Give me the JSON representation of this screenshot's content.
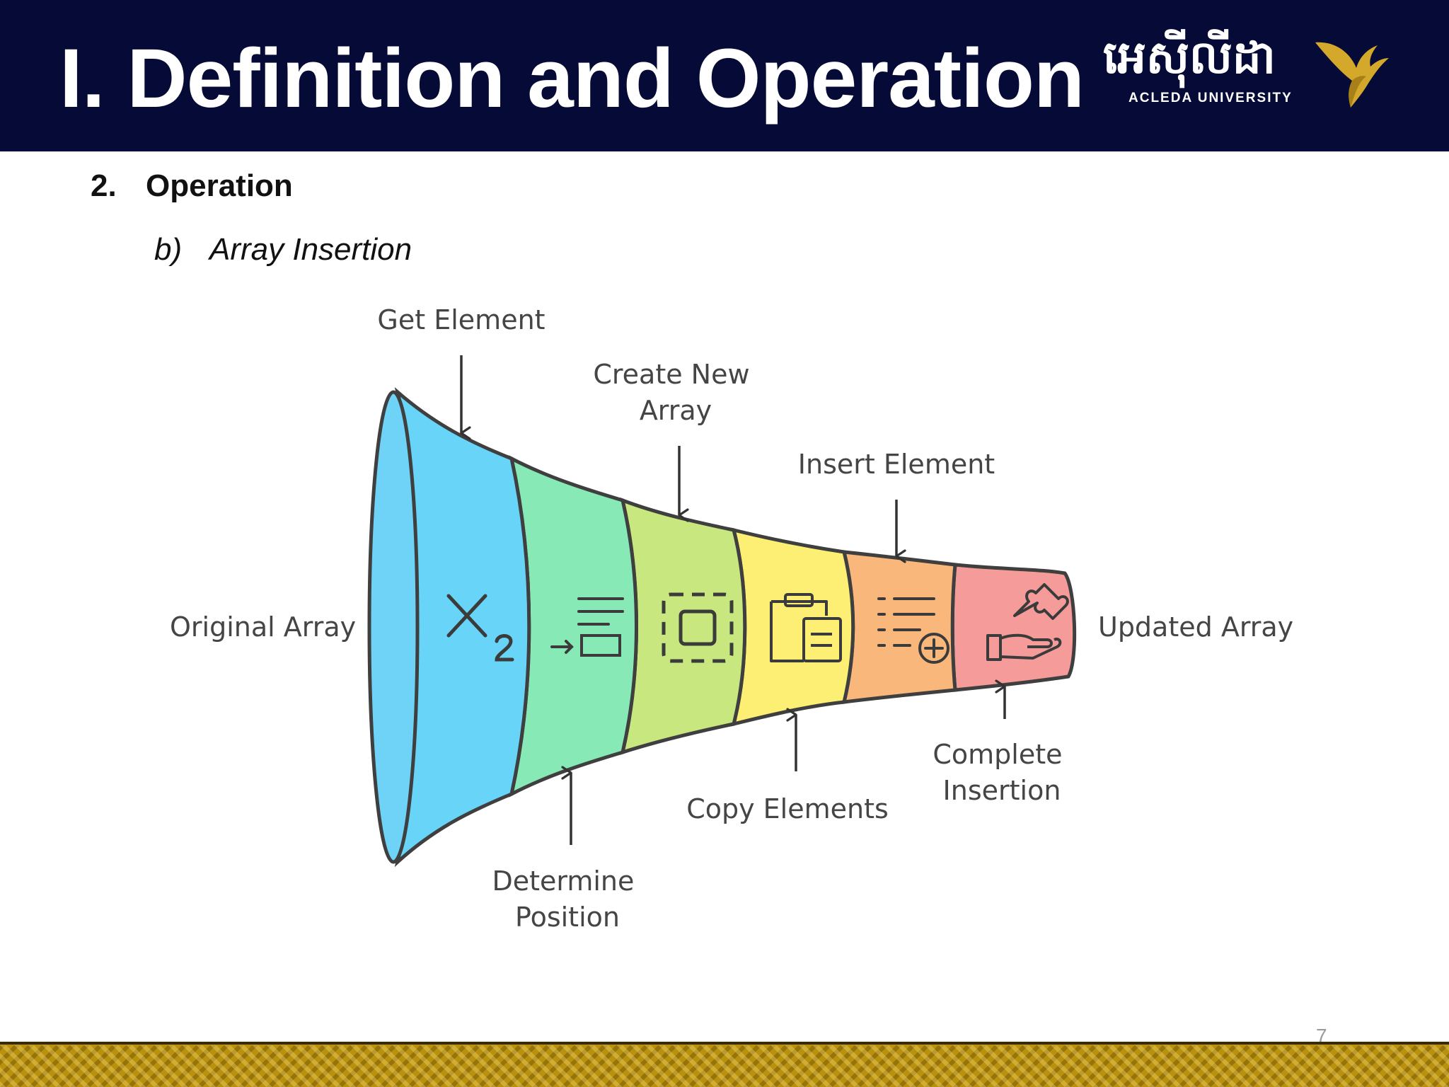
{
  "slide": {
    "title": "I. Definition and Operation",
    "page_number": "7"
  },
  "logo": {
    "khmer_text": "អេស៊ីលីដា",
    "english_text": "ACLEDA UNIVERSITY"
  },
  "section": {
    "number": "2.",
    "label": "Operation"
  },
  "subsection": {
    "letter": "b)",
    "label": "Array Insertion"
  },
  "diagram": {
    "input_label": "Original Array",
    "output_label": "Updated Array",
    "stages": [
      {
        "label": "Get Element",
        "color": "#67d4f8",
        "icon": "variable-x2-icon"
      },
      {
        "label": "Determine Position",
        "color": "#86e9b6",
        "icon": "insert-position-icon"
      },
      {
        "label": "Create New Array",
        "color": "#c8e87f",
        "icon": "dashed-frame-icon"
      },
      {
        "label": "Copy Elements",
        "color": "#fdee74",
        "icon": "clipboard-copy-icon"
      },
      {
        "label": "Insert Element",
        "color": "#f9b77b",
        "icon": "list-add-icon"
      },
      {
        "label": "Complete Insertion",
        "color": "#f59b99",
        "icon": "puzzle-hand-icon"
      }
    ]
  },
  "colors": {
    "header_background": "#060a36",
    "footer_gold": "#b8920e",
    "logo_gold": "#d4a82a"
  }
}
